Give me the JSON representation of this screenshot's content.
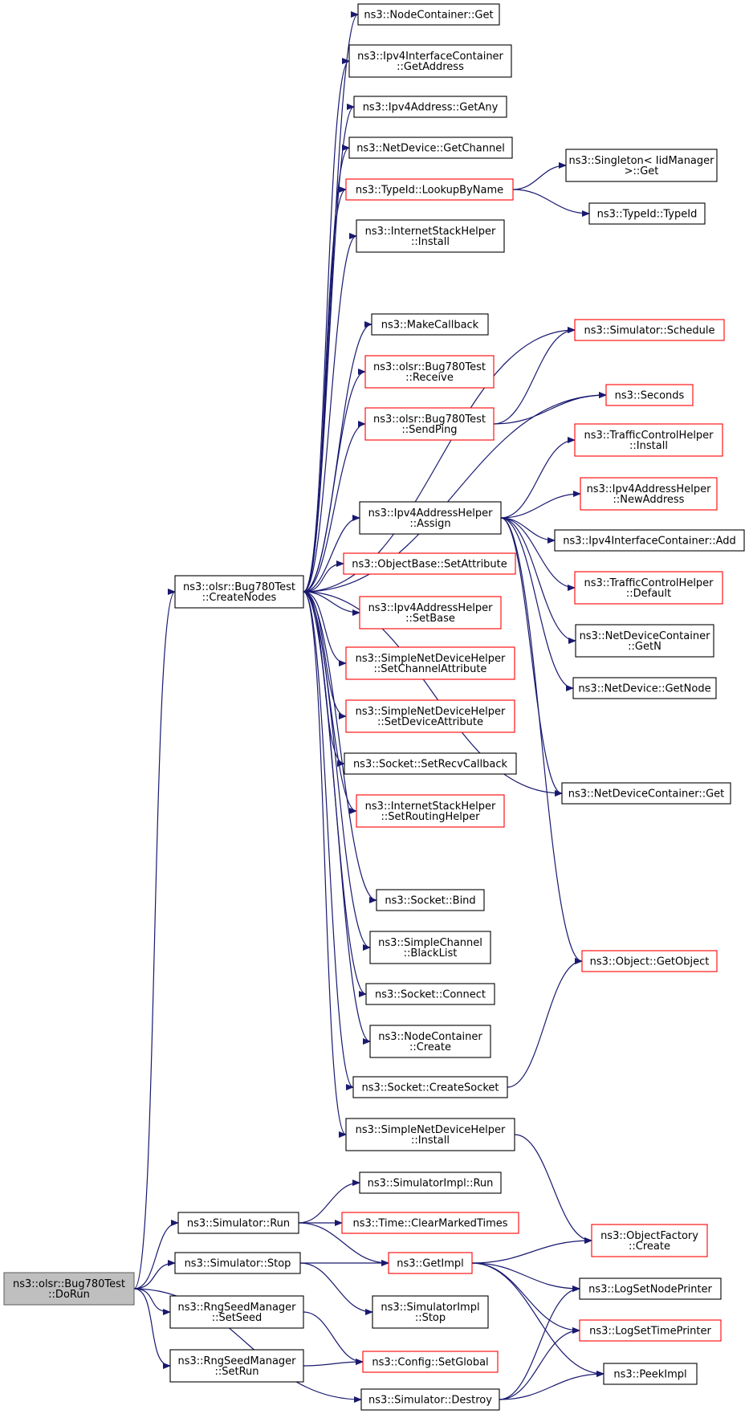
{
  "colors": {
    "edge": "#191970",
    "normal_border": "#000000",
    "documented_missing_border": "#ff0000",
    "root_fill": "#bfbfbf",
    "root_border": "#666666"
  },
  "nodes": [
    {
      "id": "doRun",
      "lines": [
        "ns3::olsr::Bug780Test",
        "::DoRun"
      ],
      "style": "root"
    },
    {
      "id": "createNodes",
      "lines": [
        "ns3::olsr::Bug780Test",
        "::CreateNodes"
      ],
      "style": "normal"
    },
    {
      "id": "nodeContainerGet",
      "lines": [
        "ns3::NodeContainer::Get"
      ],
      "style": "normal"
    },
    {
      "id": "ipv4IfcGetAddress",
      "lines": [
        "ns3::Ipv4InterfaceContainer",
        "::GetAddress"
      ],
      "style": "normal"
    },
    {
      "id": "ipv4AddressGetAny",
      "lines": [
        "ns3::Ipv4Address::GetAny"
      ],
      "style": "normal"
    },
    {
      "id": "netDeviceGetChannel",
      "lines": [
        "ns3::NetDevice::GetChannel"
      ],
      "style": "normal"
    },
    {
      "id": "typeIdLookupByName",
      "lines": [
        "ns3::TypeId::LookupByName"
      ],
      "style": "red"
    },
    {
      "id": "singletonGet",
      "lines": [
        "ns3::Singleton< IidManager",
        " >::Get"
      ],
      "style": "normal"
    },
    {
      "id": "typeIdTypeId",
      "lines": [
        "ns3::TypeId::TypeId"
      ],
      "style": "normal"
    },
    {
      "id": "internetStackInstall",
      "lines": [
        "ns3::InternetStackHelper",
        "::Install"
      ],
      "style": "normal"
    },
    {
      "id": "simulatorSchedule",
      "lines": [
        "ns3::Simulator::Schedule"
      ],
      "style": "red"
    },
    {
      "id": "makeCallback",
      "lines": [
        "ns3::MakeCallback"
      ],
      "style": "normal"
    },
    {
      "id": "bug780Receive",
      "lines": [
        "ns3::olsr::Bug780Test",
        "::Receive"
      ],
      "style": "red"
    },
    {
      "id": "seconds",
      "lines": [
        "ns3::Seconds"
      ],
      "style": "red"
    },
    {
      "id": "bug780SendPing",
      "lines": [
        "ns3::olsr::Bug780Test",
        "::SendPing"
      ],
      "style": "red"
    },
    {
      "id": "tchInstall",
      "lines": [
        "ns3::TrafficControlHelper",
        "::Install"
      ],
      "style": "red"
    },
    {
      "id": "ipv4AddrHelperNewAddress",
      "lines": [
        "ns3::Ipv4AddressHelper",
        "::NewAddress"
      ],
      "style": "red"
    },
    {
      "id": "ipv4AddrHelperAssign",
      "lines": [
        "ns3::Ipv4AddressHelper",
        "::Assign"
      ],
      "style": "normal"
    },
    {
      "id": "ipv4IfcAdd",
      "lines": [
        "ns3::Ipv4InterfaceContainer::Add"
      ],
      "style": "normal"
    },
    {
      "id": "objectBaseSetAttribute",
      "lines": [
        "ns3::ObjectBase::SetAttribute"
      ],
      "style": "red"
    },
    {
      "id": "tchDefault",
      "lines": [
        "ns3::TrafficControlHelper",
        "::Default"
      ],
      "style": "red"
    },
    {
      "id": "ipv4AddrHelperSetBase",
      "lines": [
        "ns3::Ipv4AddressHelper",
        "::SetBase"
      ],
      "style": "red"
    },
    {
      "id": "ndcGetN",
      "lines": [
        "ns3::NetDeviceContainer",
        "::GetN"
      ],
      "style": "normal"
    },
    {
      "id": "sndhSetChannelAttribute",
      "lines": [
        "ns3::SimpleNetDeviceHelper",
        "::SetChannelAttribute"
      ],
      "style": "red"
    },
    {
      "id": "netDeviceGetNode",
      "lines": [
        "ns3::NetDevice::GetNode"
      ],
      "style": "normal"
    },
    {
      "id": "sndhSetDeviceAttribute",
      "lines": [
        "ns3::SimpleNetDeviceHelper",
        "::SetDeviceAttribute"
      ],
      "style": "red"
    },
    {
      "id": "socketSetRecvCallback",
      "lines": [
        "ns3::Socket::SetRecvCallback"
      ],
      "style": "normal"
    },
    {
      "id": "ndcGet",
      "lines": [
        "ns3::NetDeviceContainer::Get"
      ],
      "style": "normal"
    },
    {
      "id": "ishSetRoutingHelper",
      "lines": [
        "ns3::InternetStackHelper",
        "::SetRoutingHelper"
      ],
      "style": "red"
    },
    {
      "id": "socketBind",
      "lines": [
        "ns3::Socket::Bind"
      ],
      "style": "normal"
    },
    {
      "id": "simpleChannelBlackList",
      "lines": [
        "ns3::SimpleChannel",
        "::BlackList"
      ],
      "style": "normal"
    },
    {
      "id": "objectGetObject",
      "lines": [
        "ns3::Object::GetObject"
      ],
      "style": "red"
    },
    {
      "id": "socketConnect",
      "lines": [
        "ns3::Socket::Connect"
      ],
      "style": "normal"
    },
    {
      "id": "nodeContainerCreate",
      "lines": [
        "ns3::NodeContainer",
        "::Create"
      ],
      "style": "normal"
    },
    {
      "id": "socketCreateSocket",
      "lines": [
        "ns3::Socket::CreateSocket"
      ],
      "style": "normal"
    },
    {
      "id": "sndhInstall",
      "lines": [
        "ns3::SimpleNetDeviceHelper",
        "::Install"
      ],
      "style": "normal"
    },
    {
      "id": "simulatorImplRun",
      "lines": [
        "ns3::SimulatorImpl::Run"
      ],
      "style": "normal"
    },
    {
      "id": "simulatorRun",
      "lines": [
        "ns3::Simulator::Run"
      ],
      "style": "normal"
    },
    {
      "id": "timeClearMarkedTimes",
      "lines": [
        "ns3::Time::ClearMarkedTimes"
      ],
      "style": "red"
    },
    {
      "id": "objectFactoryCreate",
      "lines": [
        "ns3::ObjectFactory",
        "::Create"
      ],
      "style": "red"
    },
    {
      "id": "simulatorStop",
      "lines": [
        "ns3::Simulator::Stop"
      ],
      "style": "normal"
    },
    {
      "id": "getImpl",
      "lines": [
        "ns3::GetImpl"
      ],
      "style": "red"
    },
    {
      "id": "logSetNodePrinter",
      "lines": [
        "ns3::LogSetNodePrinter"
      ],
      "style": "normal"
    },
    {
      "id": "rngSetSeed",
      "lines": [
        "ns3::RngSeedManager",
        "::SetSeed"
      ],
      "style": "normal"
    },
    {
      "id": "simulatorImplStop",
      "lines": [
        "ns3::SimulatorImpl",
        "::Stop"
      ],
      "style": "normal"
    },
    {
      "id": "logSetTimePrinter",
      "lines": [
        "ns3::LogSetTimePrinter"
      ],
      "style": "red"
    },
    {
      "id": "rngSetRun",
      "lines": [
        "ns3::RngSeedManager",
        "::SetRun"
      ],
      "style": "normal"
    },
    {
      "id": "configSetGlobal",
      "lines": [
        "ns3::Config::SetGlobal"
      ],
      "style": "red"
    },
    {
      "id": "peekImpl",
      "lines": [
        "ns3::PeekImpl"
      ],
      "style": "normal"
    },
    {
      "id": "simulatorDestroy",
      "lines": [
        "ns3::Simulator::Destroy"
      ],
      "style": "normal"
    }
  ],
  "edges": [
    [
      "doRun",
      "createNodes"
    ],
    [
      "doRun",
      "simulatorRun"
    ],
    [
      "doRun",
      "simulatorStop"
    ],
    [
      "doRun",
      "rngSetSeed"
    ],
    [
      "doRun",
      "rngSetRun"
    ],
    [
      "doRun",
      "simulatorDestroy"
    ],
    [
      "createNodes",
      "nodeContainerGet"
    ],
    [
      "createNodes",
      "ipv4IfcGetAddress"
    ],
    [
      "createNodes",
      "ipv4AddressGetAny"
    ],
    [
      "createNodes",
      "netDeviceGetChannel"
    ],
    [
      "createNodes",
      "typeIdLookupByName"
    ],
    [
      "createNodes",
      "internetStackInstall"
    ],
    [
      "createNodes",
      "simulatorSchedule"
    ],
    [
      "createNodes",
      "makeCallback"
    ],
    [
      "createNodes",
      "bug780Receive"
    ],
    [
      "createNodes",
      "bug780SendPing"
    ],
    [
      "createNodes",
      "seconds"
    ],
    [
      "createNodes",
      "ipv4AddrHelperAssign"
    ],
    [
      "createNodes",
      "objectBaseSetAttribute"
    ],
    [
      "createNodes",
      "ipv4AddrHelperSetBase"
    ],
    [
      "createNodes",
      "sndhSetChannelAttribute"
    ],
    [
      "createNodes",
      "sndhSetDeviceAttribute"
    ],
    [
      "createNodes",
      "socketSetRecvCallback"
    ],
    [
      "createNodes",
      "ishSetRoutingHelper"
    ],
    [
      "createNodes",
      "ndcGet"
    ],
    [
      "createNodes",
      "socketBind"
    ],
    [
      "createNodes",
      "simpleChannelBlackList"
    ],
    [
      "createNodes",
      "socketConnect"
    ],
    [
      "createNodes",
      "nodeContainerCreate"
    ],
    [
      "createNodes",
      "socketCreateSocket"
    ],
    [
      "createNodes",
      "sndhInstall"
    ],
    [
      "typeIdLookupByName",
      "singletonGet"
    ],
    [
      "typeIdLookupByName",
      "typeIdTypeId"
    ],
    [
      "bug780SendPing",
      "simulatorSchedule"
    ],
    [
      "bug780SendPing",
      "seconds"
    ],
    [
      "ipv4AddrHelperAssign",
      "tchInstall"
    ],
    [
      "ipv4AddrHelperAssign",
      "ipv4AddrHelperNewAddress"
    ],
    [
      "ipv4AddrHelperAssign",
      "ipv4IfcAdd"
    ],
    [
      "ipv4AddrHelperAssign",
      "tchDefault"
    ],
    [
      "ipv4AddrHelperAssign",
      "ndcGetN"
    ],
    [
      "ipv4AddrHelperAssign",
      "netDeviceGetNode"
    ],
    [
      "ipv4AddrHelperAssign",
      "ndcGet"
    ],
    [
      "ipv4AddrHelperAssign",
      "objectGetObject"
    ],
    [
      "socketCreateSocket",
      "objectGetObject"
    ],
    [
      "sndhInstall",
      "objectFactoryCreate"
    ],
    [
      "simulatorRun",
      "simulatorImplRun"
    ],
    [
      "simulatorRun",
      "timeClearMarkedTimes"
    ],
    [
      "simulatorRun",
      "getImpl"
    ],
    [
      "simulatorStop",
      "getImpl"
    ],
    [
      "simulatorStop",
      "simulatorImplStop"
    ],
    [
      "getImpl",
      "objectFactoryCreate"
    ],
    [
      "getImpl",
      "logSetNodePrinter"
    ],
    [
      "getImpl",
      "logSetTimePrinter"
    ],
    [
      "getImpl",
      "peekImpl"
    ],
    [
      "rngSetSeed",
      "configSetGlobal"
    ],
    [
      "rngSetRun",
      "configSetGlobal"
    ],
    [
      "simulatorDestroy",
      "logSetNodePrinter"
    ],
    [
      "simulatorDestroy",
      "logSetTimePrinter"
    ],
    [
      "simulatorDestroy",
      "peekImpl"
    ]
  ]
}
